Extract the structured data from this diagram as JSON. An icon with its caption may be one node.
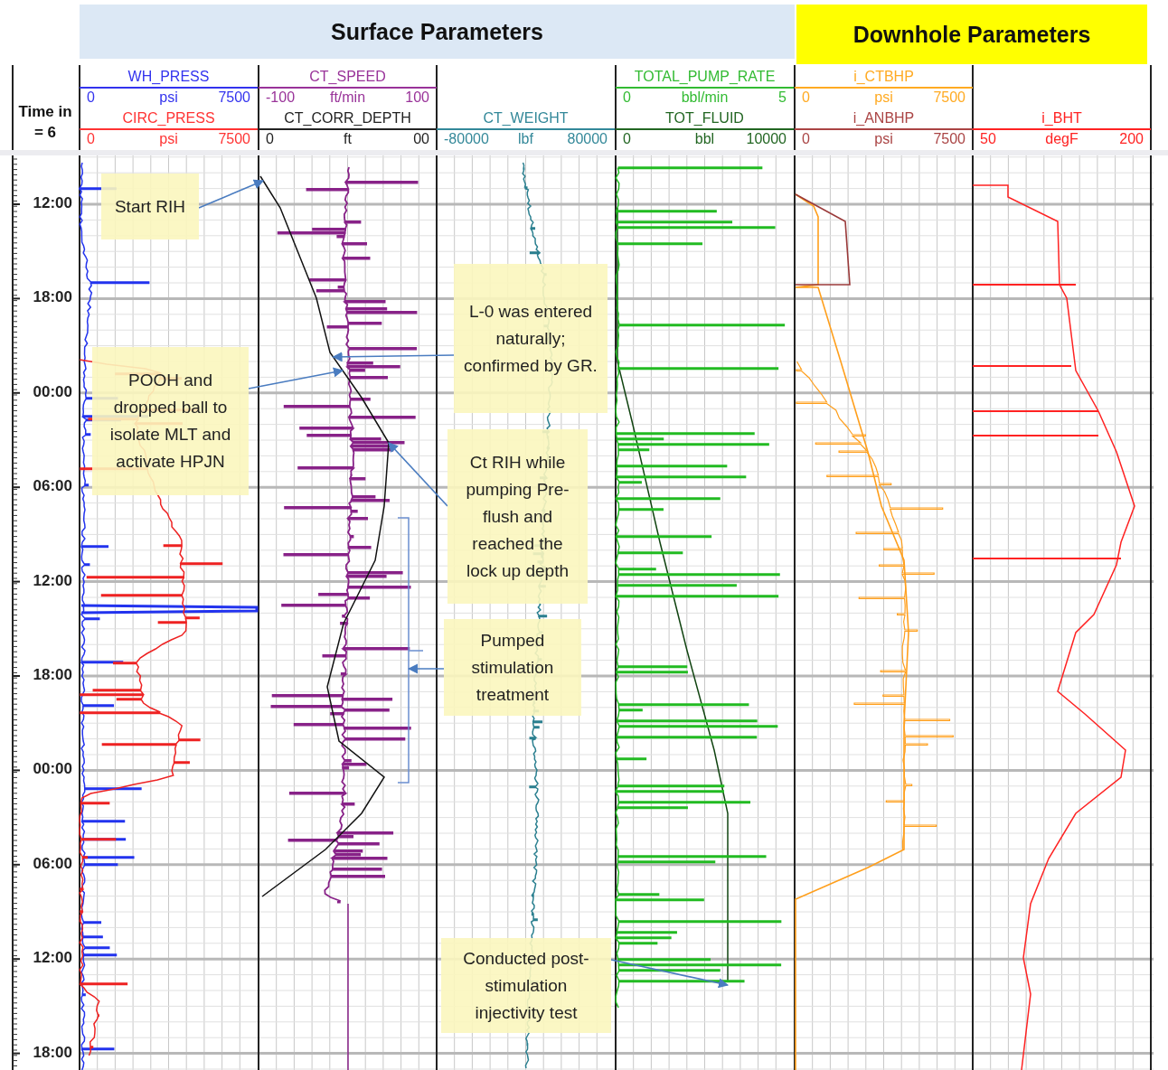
{
  "diagram": {
    "nodes": [
      {
        "text": [
          "Start RIH"
        ]
      },
      {
        "text": [
          "POOH and dropped ball to isolate MLT and activate HPJN"
        ]
      },
      {
        "text": [
          "L-0 was entered naturally; confirmed by GR."
        ]
      },
      {
        "text": [
          "Ct RIH while pumping Pre-flush and reached the lock up depth"
        ]
      },
      {
        "text": [
          "Pumped stimulation treatment"
        ]
      },
      {
        "text": [
          "Conducted post-stimulation injectivity test"
        ]
      },
      {
        "text": [],
        "shape": "line"
      },
      {
        "text": [],
        "shape": "bracket"
      },
      {
        "text": [],
        "shape": "line"
      }
    ],
    "edges": [
      {
        "from": 0,
        "to": 6,
        "arrow": "to"
      },
      {
        "from": 1,
        "to": 6,
        "arrow": "to"
      },
      {
        "from": 2,
        "to": 6,
        "arrow": "to"
      },
      {
        "from": 3,
        "to": 6,
        "arrow": "to"
      },
      {
        "from": 4,
        "to": 7,
        "arrow": "to"
      },
      {
        "from": 5,
        "to": 8,
        "arrow": "to"
      }
    ],
    "labels": [
      "Surface Parameters",
      "Downhole Parameters",
      "Time in = 6",
      "WH_PRESS",
      "CT_SPEED",
      "TOTAL_PUMP_RATE",
      "i_CTBHP",
      "0",
      "psi",
      "7500",
      "-100",
      "ft/min",
      "100",
      "0",
      "bbl/min",
      "5",
      "0",
      "psi",
      "7500",
      "CIRC_PRESS",
      "CT_CORR_DEPTH",
      "CT_WEIGHT",
      "TOT_FLUID",
      "i_ANBHP",
      "i_BHT",
      "0",
      "psi",
      "7500",
      "0",
      "ft",
      "00",
      "-80000",
      "lbf",
      "80000",
      "0",
      "bbl",
      "10000",
      "0",
      "psi",
      "7500",
      "50",
      "degF",
      "200",
      "12:00",
      "18:00",
      "00:00",
      "06:00",
      "12:00",
      "18:00",
      "00:00",
      "06:00",
      "12:00",
      "18:00"
    ]
  }
}
